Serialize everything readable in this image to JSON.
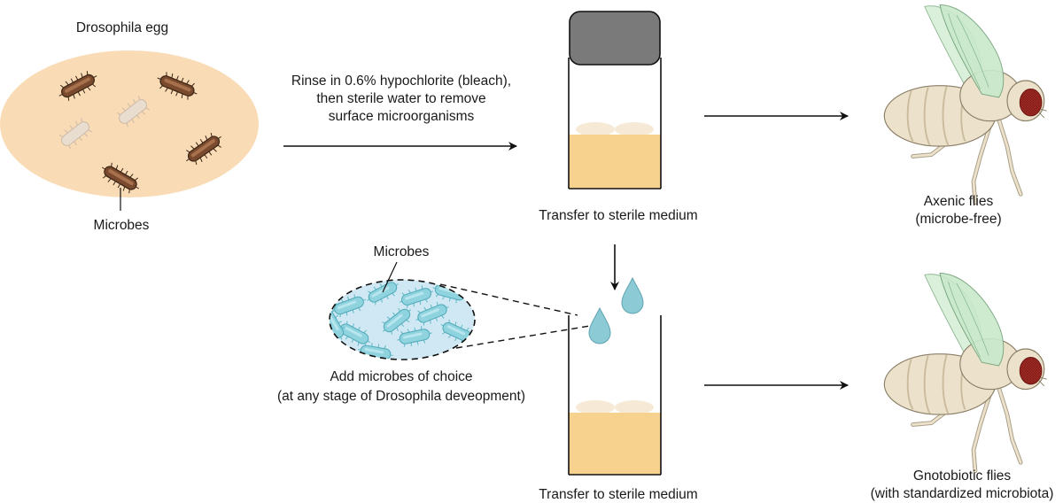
{
  "labels": {
    "egg_title": "Drosophila egg",
    "microbes_top": "Microbes",
    "rinse_line1": "Rinse in 0.6% hypochlorite (bleach),",
    "rinse_line2": "then sterile water to remove",
    "rinse_line3": "surface microorganisms",
    "transfer_top": "Transfer to sterile medium",
    "axenic_line1": "Axenic flies",
    "axenic_line2": "(microbe-free)",
    "microbes_bottom": "Microbes",
    "add_line1": "Add microbes of choice",
    "add_line2": "(at any stage of Drosophila deveopment)",
    "transfer_bottom": "Transfer to sterile medium",
    "gnoto_line1": "Gnotobiotic flies",
    "gnoto_line2": "(with standardized microbiota)"
  },
  "colors": {
    "egg_fill": "#f9dcb6",
    "bacterium_brown": "#7a4a2e",
    "bacterium_faded": "#d9c7b6",
    "cap_gray": "#7a7a7a",
    "medium": "#f7d28f",
    "pellet": "#f6ead6",
    "drop": "#8ccbd6",
    "culture_fill": "#cfe8f3",
    "culture_microbe": "#8fd3df",
    "wing_green": "#c9e9cc",
    "fly_body": "#ece2cc",
    "fly_eye": "#b0302a"
  }
}
